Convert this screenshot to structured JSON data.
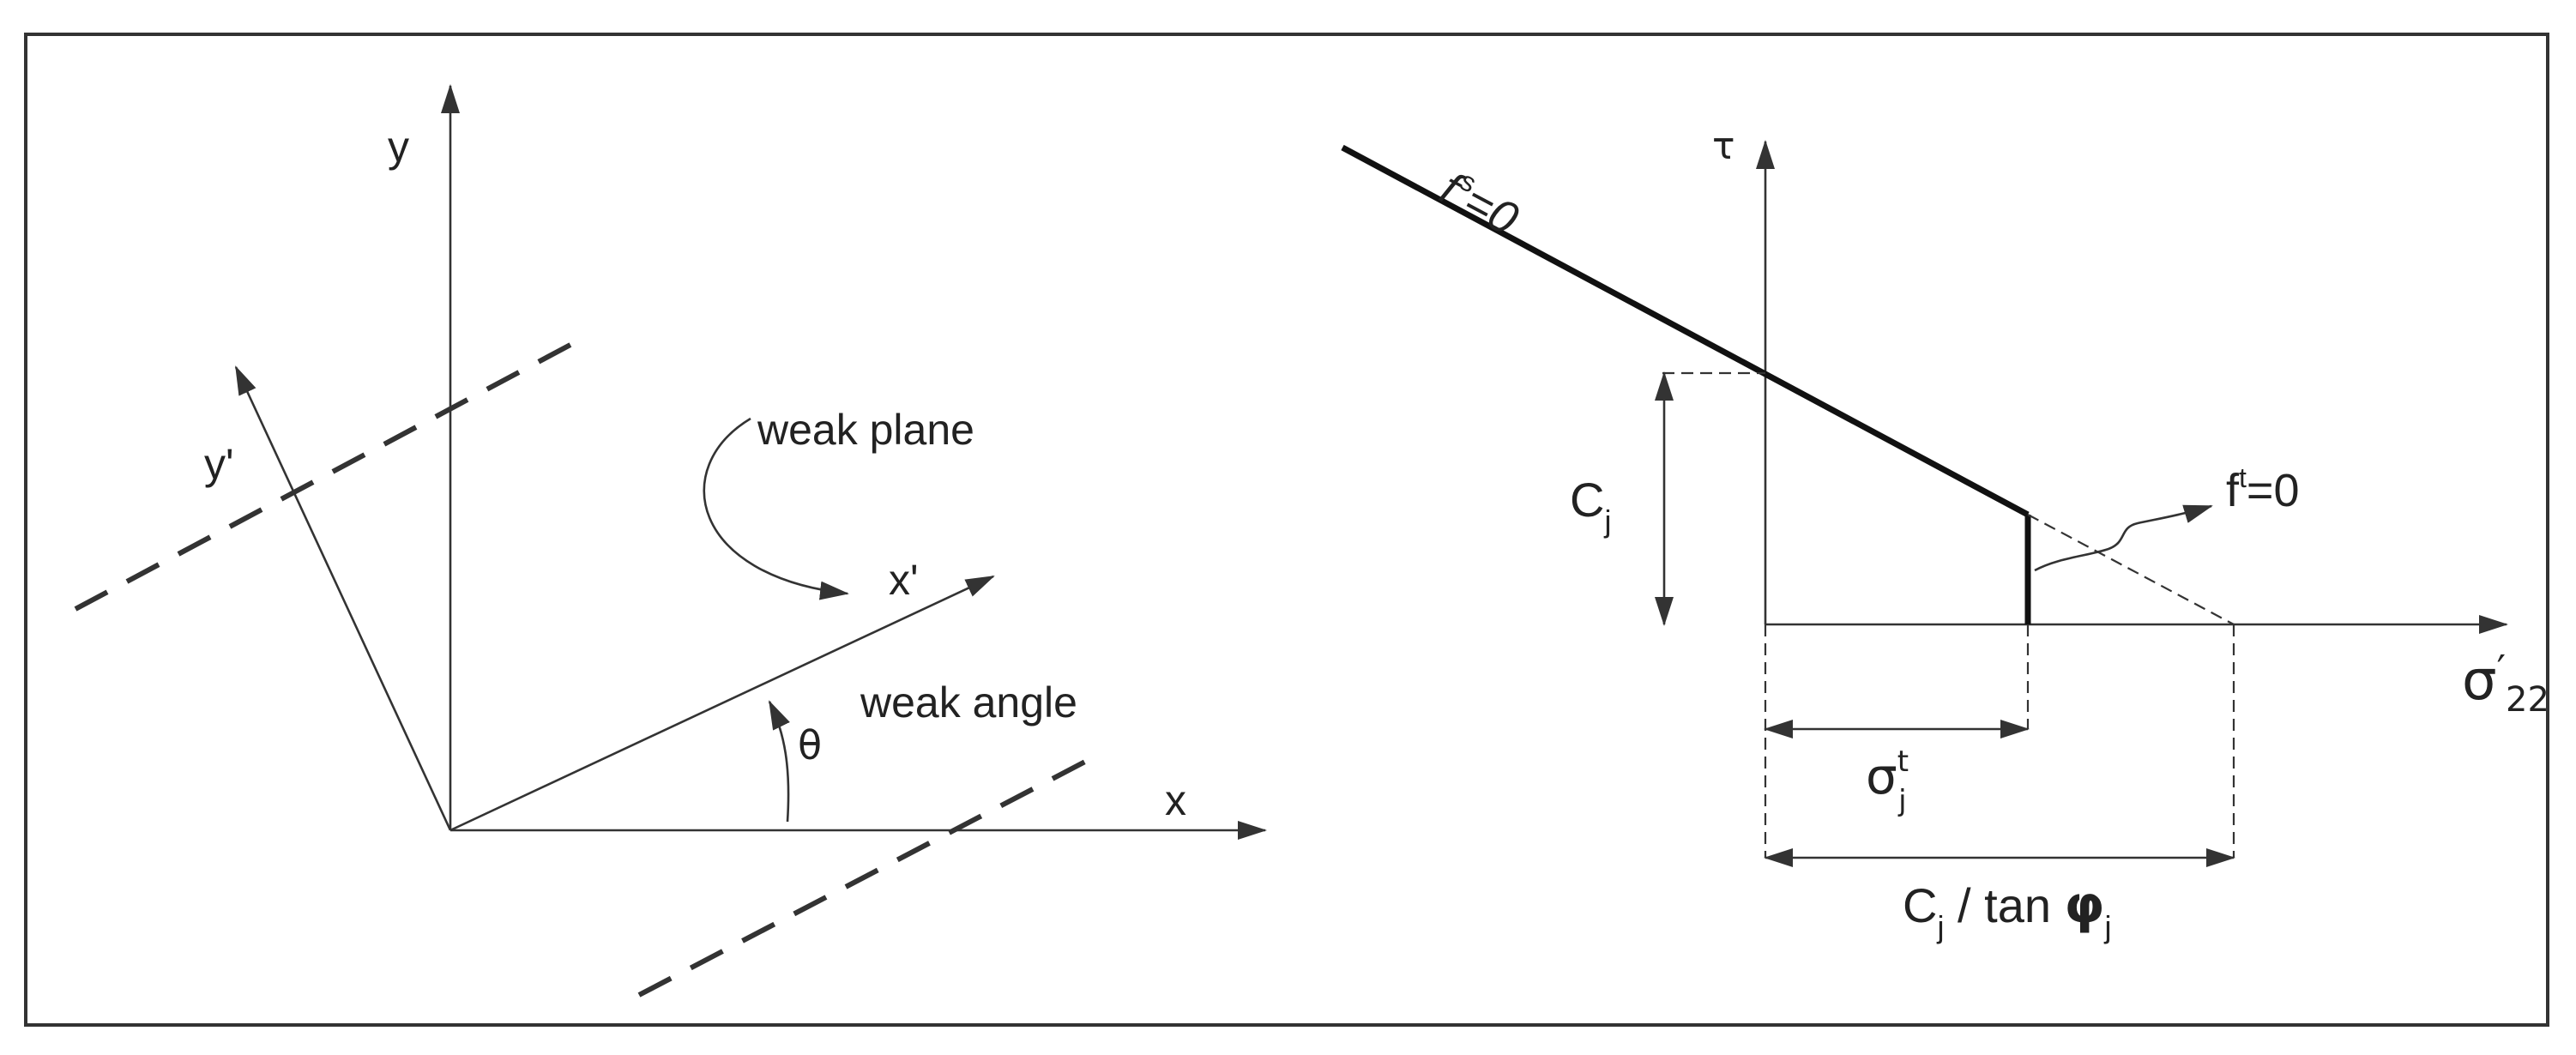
{
  "left_panel": {
    "axis_y_label": "y",
    "axis_x_label": "x",
    "axis_y_prime_label": "y'",
    "axis_x_prime_label": "x'",
    "weak_plane_label": "weak plane",
    "weak_angle_label": "weak angle",
    "angle_symbol": "θ"
  },
  "right_panel": {
    "tau_label": "τ",
    "shear_curve_label": {
      "base": "f",
      "superscript": "s",
      "suffix": "=0"
    },
    "tensile_curve_label": {
      "base": "f",
      "superscript": "t",
      "suffix": "=0"
    },
    "cohesion_label": {
      "base": "C",
      "subscript": "j"
    },
    "sigma_axis_label": {
      "base": "σ",
      "prime": "′",
      "subscript": "22"
    },
    "tensile_strength_label": {
      "base": "σ",
      "superscript": "t",
      "subscript": "j"
    },
    "intercept_label": {
      "c_base": "C",
      "c_subscript": "j",
      "slash": " / tan ",
      "phi_base": "φ",
      "phi_subscript": "j"
    }
  },
  "colors": {
    "line": "#333333",
    "thick_line": "#111111",
    "text": "#222222",
    "border": "#333333"
  }
}
